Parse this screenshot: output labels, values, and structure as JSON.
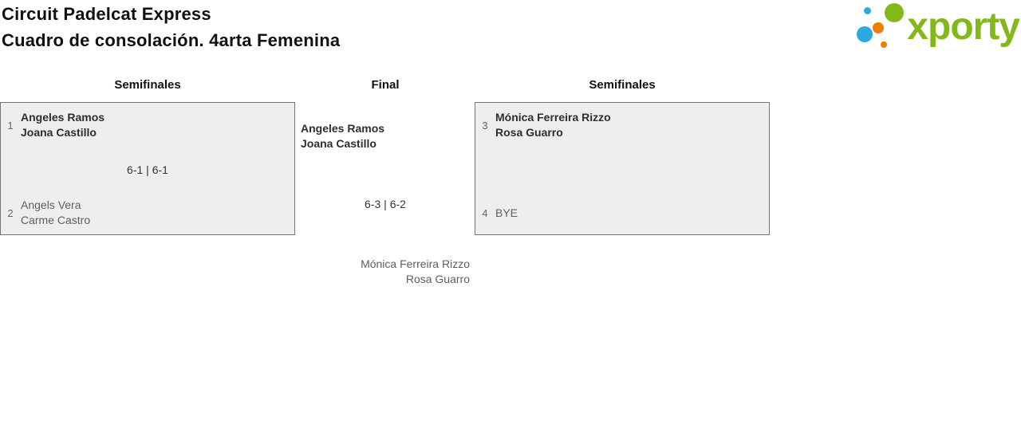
{
  "header": {
    "title_line1": "Circuit Padelcat Express",
    "title_line2": "Cuadro de consolación. 4arta Femenina"
  },
  "logo": {
    "text": "xporty"
  },
  "columns": {
    "left_label": "Semifinales",
    "center_label": "Final",
    "right_label": "Semifinales"
  },
  "matches": {
    "semifinal_left": {
      "team1_seed": "1",
      "team1_player1": "Angeles Ramos",
      "team1_player2": "Joana Castillo",
      "score": "6-1 | 6-1",
      "team2_seed": "2",
      "team2_player1": "Angels Vera",
      "team2_player2": "Carme Castro"
    },
    "final": {
      "team1_player1": "Angeles Ramos",
      "team1_player2": "Joana Castillo",
      "score": "6-3 | 6-2",
      "team2_player1": "Mónica Ferreira Rizzo",
      "team2_player2": "Rosa Guarro"
    },
    "semifinal_right": {
      "team1_seed": "3",
      "team1_player1": "Mónica Ferreira Rizzo",
      "team1_player2": "Rosa Guarro",
      "team2_seed": "4",
      "team2_player1": "BYE"
    }
  },
  "colors": {
    "title_text": "#111111",
    "box_background": "#eeeeee",
    "box_border": "#757575",
    "winner_text": "#2e2e2e",
    "loser_text": "#5f5f5f",
    "seed_text": "#666666",
    "score_text": "#333333",
    "logo_green": "#83b81a",
    "logo_blue": "#2ba9e0",
    "logo_orange": "#ef7d00"
  }
}
